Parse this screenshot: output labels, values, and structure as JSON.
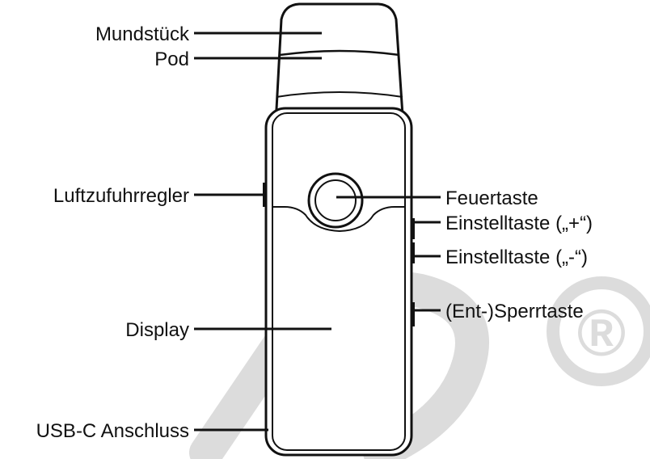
{
  "diagram": {
    "labels_left": {
      "mouthpiece": "Mundstück",
      "pod": "Pod",
      "airflow": "Luftzufuhrregler",
      "display": "Display",
      "usb": "USB-C Anschluss"
    },
    "labels_right": {
      "fire": "Feuertaste",
      "plus": "Einstelltaste („+“)",
      "minus": "Einstelltaste („-“)",
      "lock": "(Ent-)Sperrtaste"
    },
    "watermark": "®",
    "colors": {
      "line": "#111111",
      "watermark": "#dcdcdc",
      "body_fill": "#ffffff"
    }
  }
}
